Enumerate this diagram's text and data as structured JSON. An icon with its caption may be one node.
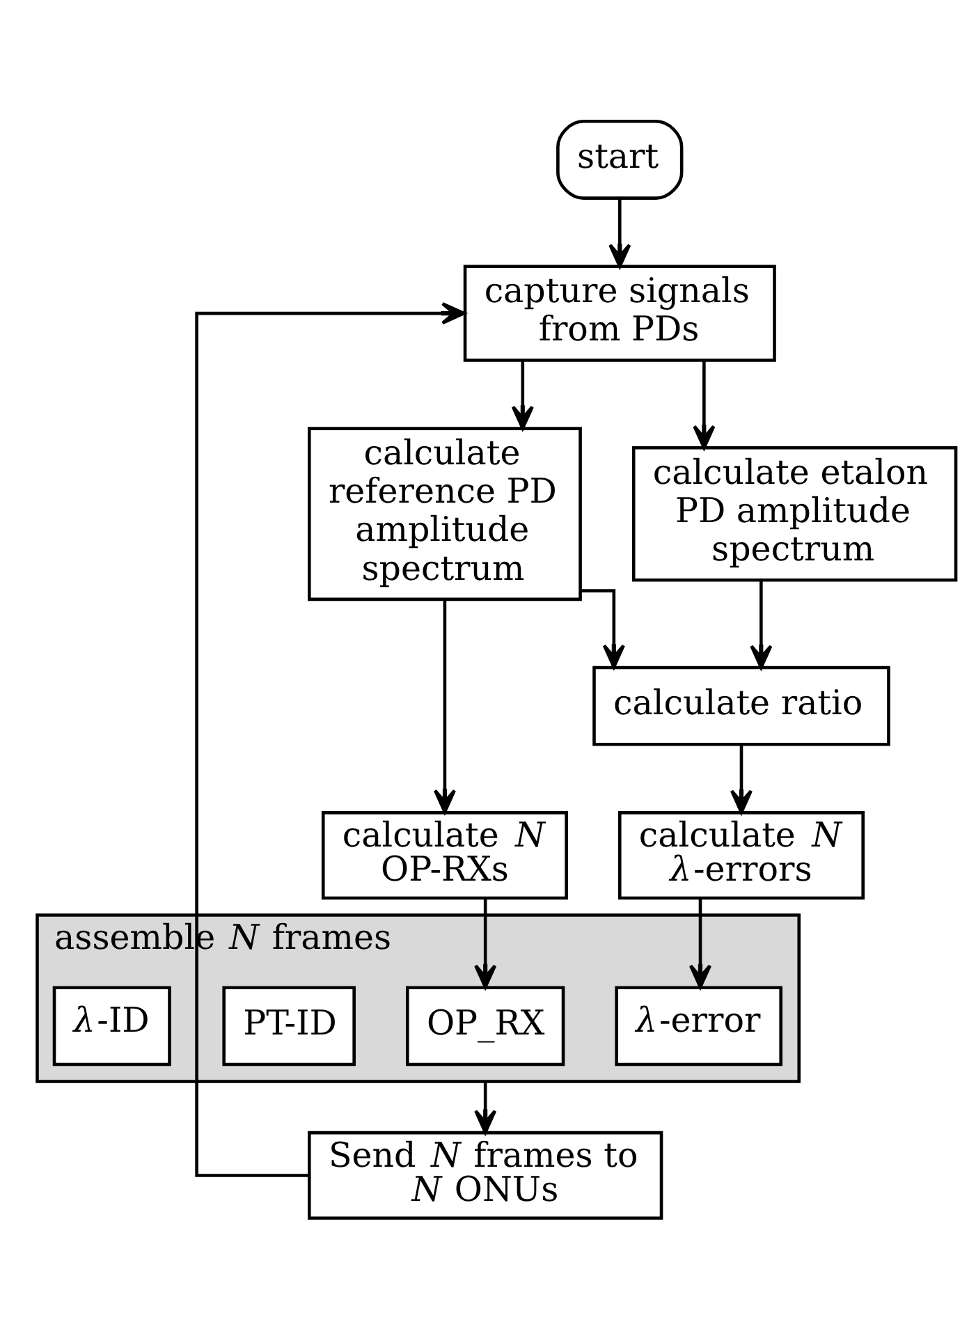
{
  "diagram": {
    "nodes": [
      {
        "text": [
          "start"
        ]
      },
      {
        "text": [
          "capture signals from PDs"
        ]
      },
      {
        "text": [
          "calculate reference PD amplitude spectrum"
        ]
      },
      {
        "text": [
          "calculate etalon PD amplitude spectrum"
        ]
      },
      {
        "text": [
          "calculate ratio"
        ]
      },
      {
        "text": [
          "calculate *N* OP-RXs"
        ]
      },
      {
        "text": [
          "calculate *N* *λ*-errors"
        ]
      },
      {
        "text": [
          "assemble *N* frames"
        ]
      },
      {
        "text": [
          "*λ*-ID"
        ],
        "in": 7
      },
      {
        "text": [
          "PT-ID"
        ],
        "in": 7
      },
      {
        "text": [
          "OP_RX"
        ],
        "in": 7
      },
      {
        "text": [
          "*λ*-error"
        ],
        "in": 7
      },
      {
        "text": [
          "Send *N* frames to *N* ONUs"
        ]
      }
    ],
    "edges": [
      {
        "from": 0,
        "to": 1,
        "arrow": "to"
      },
      {
        "from": 1,
        "to": 2,
        "arrow": "to"
      },
      {
        "from": 1,
        "to": 3,
        "arrow": "to"
      },
      {
        "from": 2,
        "to": 4,
        "arrow": "to"
      },
      {
        "from": 3,
        "to": 4,
        "arrow": "to"
      },
      {
        "from": 2,
        "to": 5,
        "arrow": "to"
      },
      {
        "from": 4,
        "to": 6,
        "arrow": "to"
      },
      {
        "from": 5,
        "to": 10,
        "arrow": "to"
      },
      {
        "from": 6,
        "to": 11,
        "arrow": "to"
      },
      {
        "from": 7,
        "to": 12,
        "arrow": "to"
      },
      {
        "from": 12,
        "to": 1,
        "arrow": "to"
      }
    ]
  }
}
